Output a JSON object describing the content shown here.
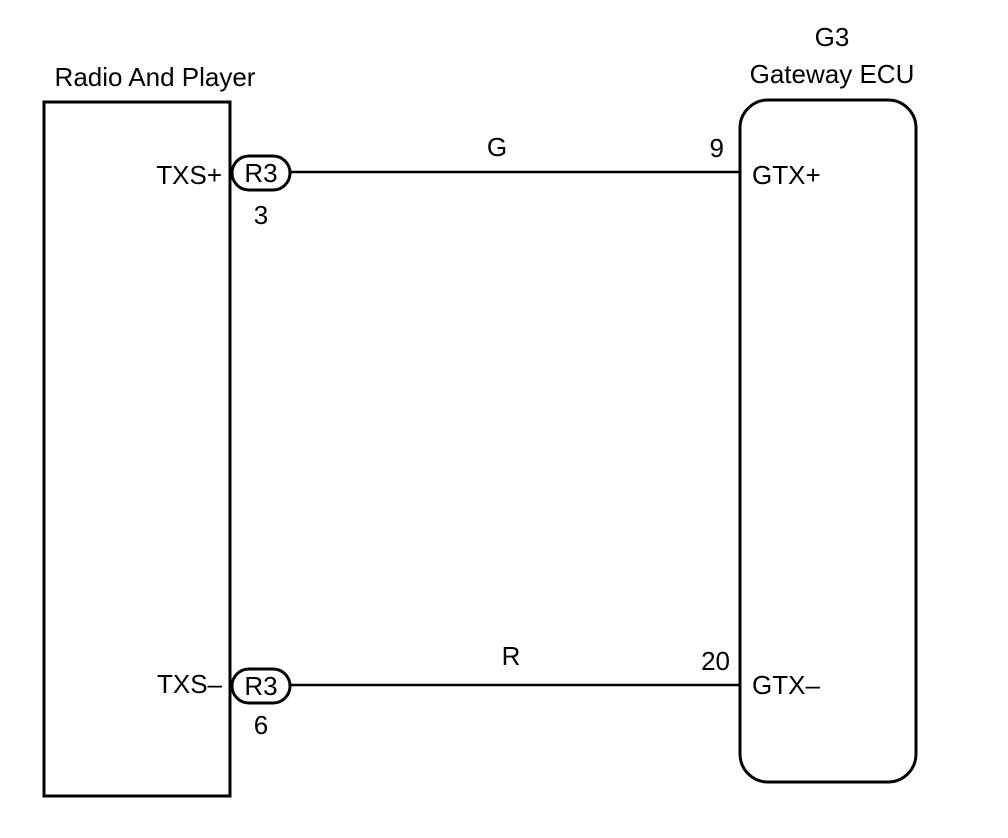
{
  "left_component": {
    "title": "Radio And Player",
    "pins": [
      {
        "name": "TXS+",
        "connector": "R3",
        "pin_number": "3"
      },
      {
        "name": "TXS–",
        "connector": "R3",
        "pin_number": "6"
      }
    ]
  },
  "right_component": {
    "code": "G3",
    "title": "Gateway ECU",
    "pins": [
      {
        "name": "GTX+",
        "pin_number": "9"
      },
      {
        "name": "GTX–",
        "pin_number": "20"
      }
    ]
  },
  "wires": [
    {
      "color": "G"
    },
    {
      "color": "R"
    }
  ]
}
